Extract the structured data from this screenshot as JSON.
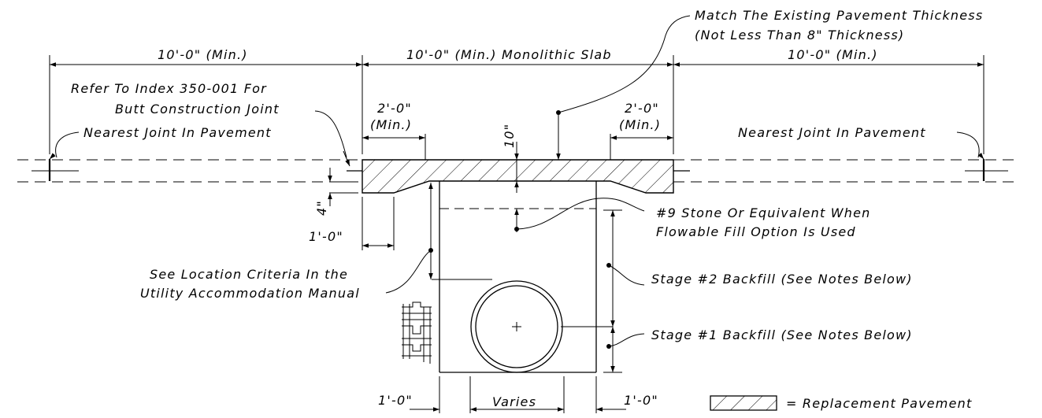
{
  "dimensions": {
    "left_span": "10'-0\" (Min.)",
    "center_span": "10'-0\" (Min.) Monolithic Slab",
    "right_span": "10'-0\" (Min.)",
    "left_edge": "2'-0\"",
    "left_edge_min": "(Min.)",
    "right_edge": "2'-0\"",
    "right_edge_min": "(Min.)",
    "slab_thickness": "10\"",
    "step_depth": "4\"",
    "step_width": "1'-0\"",
    "bottom_left": "1'-0\"",
    "bottom_center": "Varies",
    "bottom_right": "1'-0\""
  },
  "callouts": {
    "match_line1": "Match The Existing Pavement Thickness",
    "match_line2": "(Not Less Than 8\" Thickness)",
    "refer_line1": "Refer To Index 350-001 For",
    "refer_line2": "Butt Construction Joint",
    "joint_left": "Nearest Joint In Pavement",
    "joint_right": "Nearest Joint In Pavement",
    "stone_line1": "#9 Stone Or Equivalent When",
    "stone_line2": "Flowable Fill Option Is Used",
    "location_line1": "See Location Criteria In the",
    "location_line2": "Utility Accommodation Manual",
    "stage2": "Stage #2 Backfill (See Notes Below)",
    "stage1": "Stage #1 Backfill (See Notes Below)"
  },
  "legend": {
    "replacement_pavement": "= Replacement Pavement"
  }
}
